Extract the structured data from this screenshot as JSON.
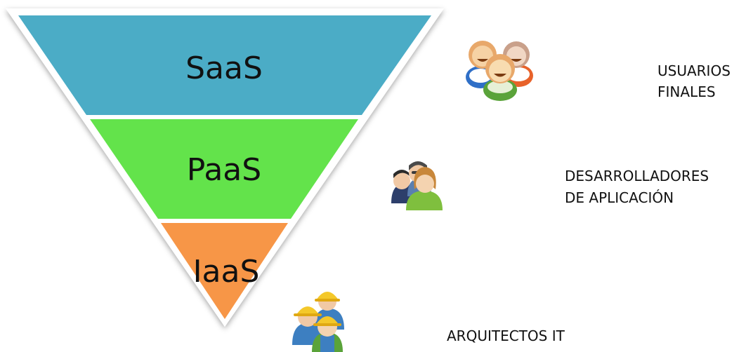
{
  "tiers": [
    {
      "label": "SaaS",
      "color": "#4bacc6"
    },
    {
      "label": "PaaS",
      "color": "#64e34c"
    },
    {
      "label": "IaaS",
      "color": "#f79646"
    }
  ],
  "roles": [
    {
      "lines": [
        "USUARIOS",
        "FINALES"
      ],
      "icon": "end-users-group-icon"
    },
    {
      "lines": [
        "DESARROLLADORES",
        "DE APLICACIÓN"
      ],
      "icon": "developers-group-icon"
    },
    {
      "lines": [
        "ARQUITECTOS IT"
      ],
      "icon": "it-architects-group-icon"
    }
  ]
}
